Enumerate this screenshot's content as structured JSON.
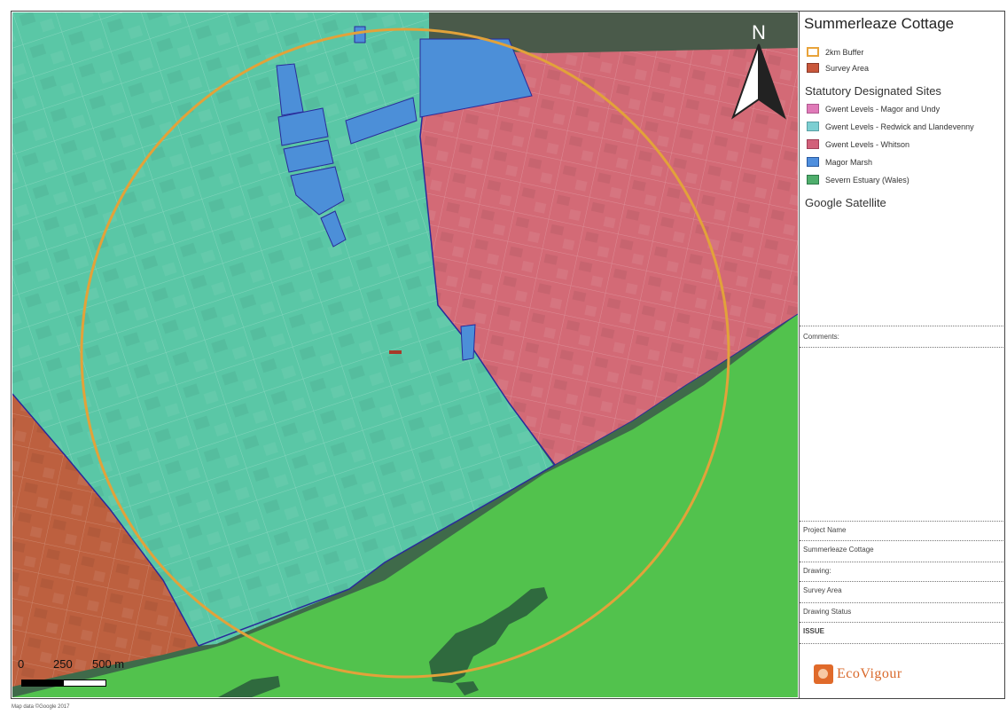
{
  "map": {
    "title": "Summerleaze Cottage",
    "north_label": "N",
    "basemap": "Google Satellite",
    "scale_bar": {
      "labels": [
        "0",
        "250",
        "500 m"
      ]
    },
    "colors": {
      "buffer": "#e8a33a",
      "survey_area": "#c9573b",
      "gwent_magor_undy": "#e07ab8",
      "gwent_redwick_llandevenny": "#7ccfd2",
      "gwent_whitson": "#d2607a",
      "magor_marsh": "#4f8fde",
      "severn_estuary": "#4fae6c",
      "estuary_green": "#4fbf4a"
    }
  },
  "legend": {
    "items_top": [
      {
        "label": "2km Buffer",
        "swatch": "buffer"
      },
      {
        "label": "Survey Area",
        "swatch": "survey_area"
      }
    ],
    "section_title": "Statutory Designated Sites",
    "items_sites": [
      {
        "label": "Gwent Levels - Magor and Undy",
        "swatch": "gwent_magor_undy"
      },
      {
        "label": "Gwent Levels - Redwick and Llandevenny",
        "swatch": "gwent_redwick_llandevenny"
      },
      {
        "label": "Gwent Levels - Whitson",
        "swatch": "gwent_whitson"
      },
      {
        "label": "Magor Marsh",
        "swatch": "magor_marsh"
      },
      {
        "label": "Severn Estuary (Wales)",
        "swatch": "severn_estuary"
      }
    ],
    "basemap_label": "Google Satellite"
  },
  "title_block": {
    "comments_label": "Comments:",
    "project_name_label": "Project Name",
    "project_name_value": "Summerleaze Cottage",
    "drawing_label": "Drawing:",
    "drawing_value": "Survey Area",
    "status_label": "Drawing Status",
    "status_value": "ISSUE"
  },
  "logo": {
    "text": "EcoVigour"
  },
  "footer": {
    "text": "Map data ©Google 2017"
  }
}
